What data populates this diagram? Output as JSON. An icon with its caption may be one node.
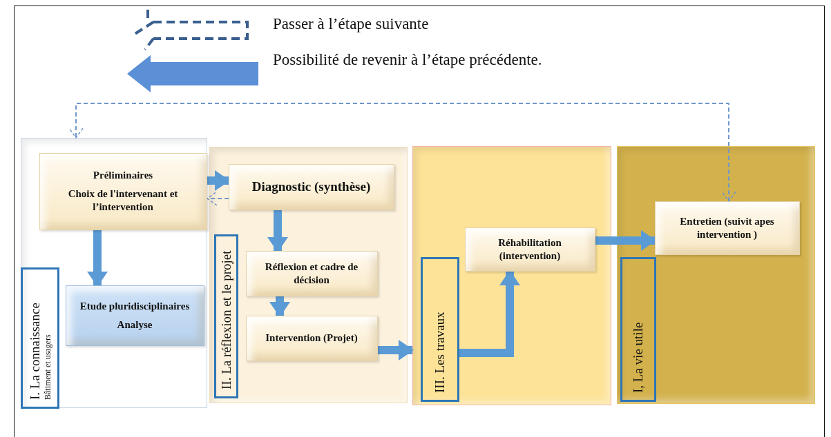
{
  "diagram": {
    "nodes": [
      {
        "text": [],
        "shape": "box"
      },
      {
        "text": [
          "Préliminaires",
          "Choix de l'intervenant et l’intervention"
        ],
        "in": 0
      },
      {
        "text": [
          "Etude pluridisciplinaires",
          "Analyse"
        ],
        "in": 0
      },
      {
        "text": [
          "I. La connaissance",
          "Bâtiment et usagers"
        ],
        "in": 0
      },
      {
        "text": [],
        "shape": "box"
      },
      {
        "text": [
          "Diagnostic (synthèse)"
        ],
        "in": 4
      },
      {
        "text": [
          "Réflexion et cadre de décision"
        ],
        "in": 4
      },
      {
        "text": [
          "Intervention (Projet)"
        ],
        "in": 4
      },
      {
        "text": [
          "II. La réflexion et le projet"
        ],
        "in": 4
      },
      {
        "text": [],
        "shape": "box"
      },
      {
        "text": [
          "Réhabilitation (intervention)"
        ],
        "in": 9
      },
      {
        "text": [
          "III. Les travaux"
        ],
        "in": 9
      },
      {
        "text": [],
        "shape": "box"
      },
      {
        "text": [
          "Entretien (suivit apes intervention )"
        ],
        "in": 12
      },
      {
        "text": [
          "I, La vie utile"
        ],
        "in": 12
      }
    ],
    "edges": [
      {
        "from": 1,
        "to": 5,
        "arrow": "to"
      },
      {
        "from": 5,
        "to": 1,
        "arrow": "to",
        "style": "dashed"
      },
      {
        "from": 1,
        "to": 2,
        "arrow": "to"
      },
      {
        "from": 5,
        "to": 6,
        "arrow": "to"
      },
      {
        "from": 6,
        "to": 7,
        "arrow": "to"
      },
      {
        "from": 7,
        "to": 9,
        "arrow": "to"
      },
      {
        "from": 11,
        "to": 10,
        "arrow": "to"
      },
      {
        "from": 10,
        "to": 13,
        "arrow": "to"
      },
      {
        "from": 13,
        "to": 0,
        "arrow": "both",
        "style": "dashed"
      }
    ],
    "legend": [
      {
        "text": "Passer à l’étape suivante"
      },
      {
        "text": "Possibilité de revenir à l’étape précédente."
      }
    ]
  }
}
